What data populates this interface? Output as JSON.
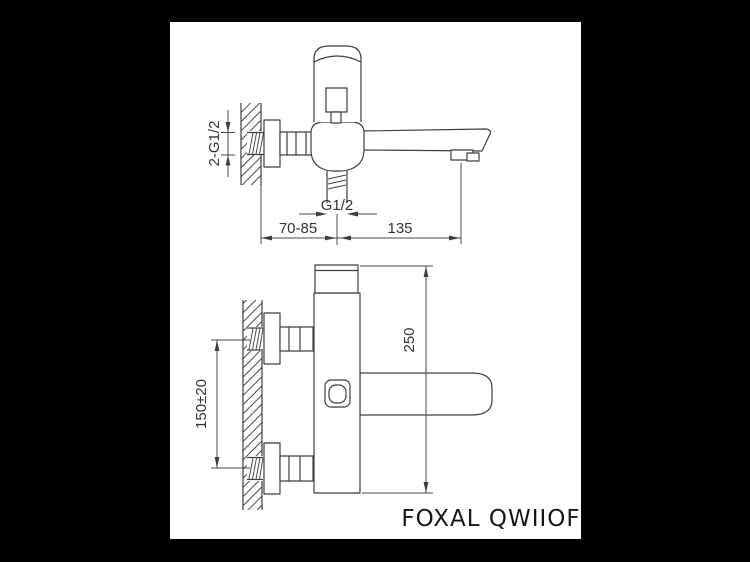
{
  "drawing": {
    "colors": {
      "background": "#000000",
      "paper": "#ffffff",
      "line": "#3e3e3e",
      "text": "#333333",
      "logo": "#161616"
    },
    "top_view": {
      "wall_thread_label": "2-G1/2",
      "shower_outlet_label": "G1/2",
      "wall_distance_label": "70-85",
      "spout_reach_label": "135"
    },
    "front_view": {
      "height_label": "250",
      "inlet_spacing_label": "150±20"
    },
    "brand_logo": "FOXAL QWIIOF"
  }
}
